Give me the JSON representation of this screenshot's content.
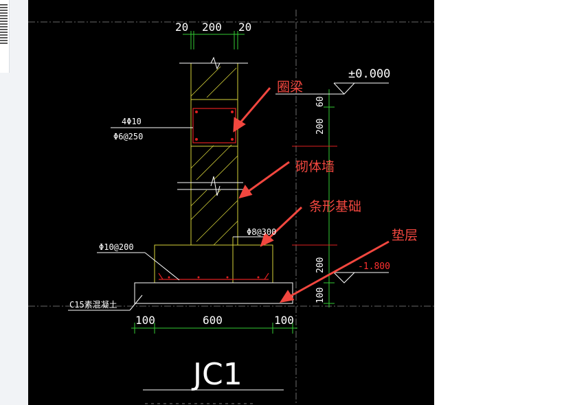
{
  "colors": {
    "background": "#000000",
    "wall_line": "#d8d43a",
    "dimension": "#33cc33",
    "rebar": "#e02020",
    "annotation_text": "#f2473f",
    "arrow": "#f2473f",
    "cad_text": "#ffffff",
    "elevation_red": "#ff3030"
  },
  "dimensions": {
    "top": [
      "20",
      "200",
      "20"
    ],
    "bottom": [
      "100",
      "600",
      "100"
    ],
    "vertical": [
      "60",
      "200",
      "200",
      "100"
    ]
  },
  "elevations": {
    "ground": "±0.000",
    "base": "-1.800"
  },
  "rebar_labels": {
    "beam_main": "4Φ10",
    "beam_stirrup": "Φ6@250",
    "footing_top": "Φ8@300",
    "footing_bottom": "Φ10@200",
    "cushion": "C15素混凝土"
  },
  "annotations": {
    "ring_beam": "圈梁",
    "masonry_wall": "砌体墙",
    "strip_footing": "条形基础",
    "cushion_layer": "垫层"
  },
  "detail_title": "JC1"
}
